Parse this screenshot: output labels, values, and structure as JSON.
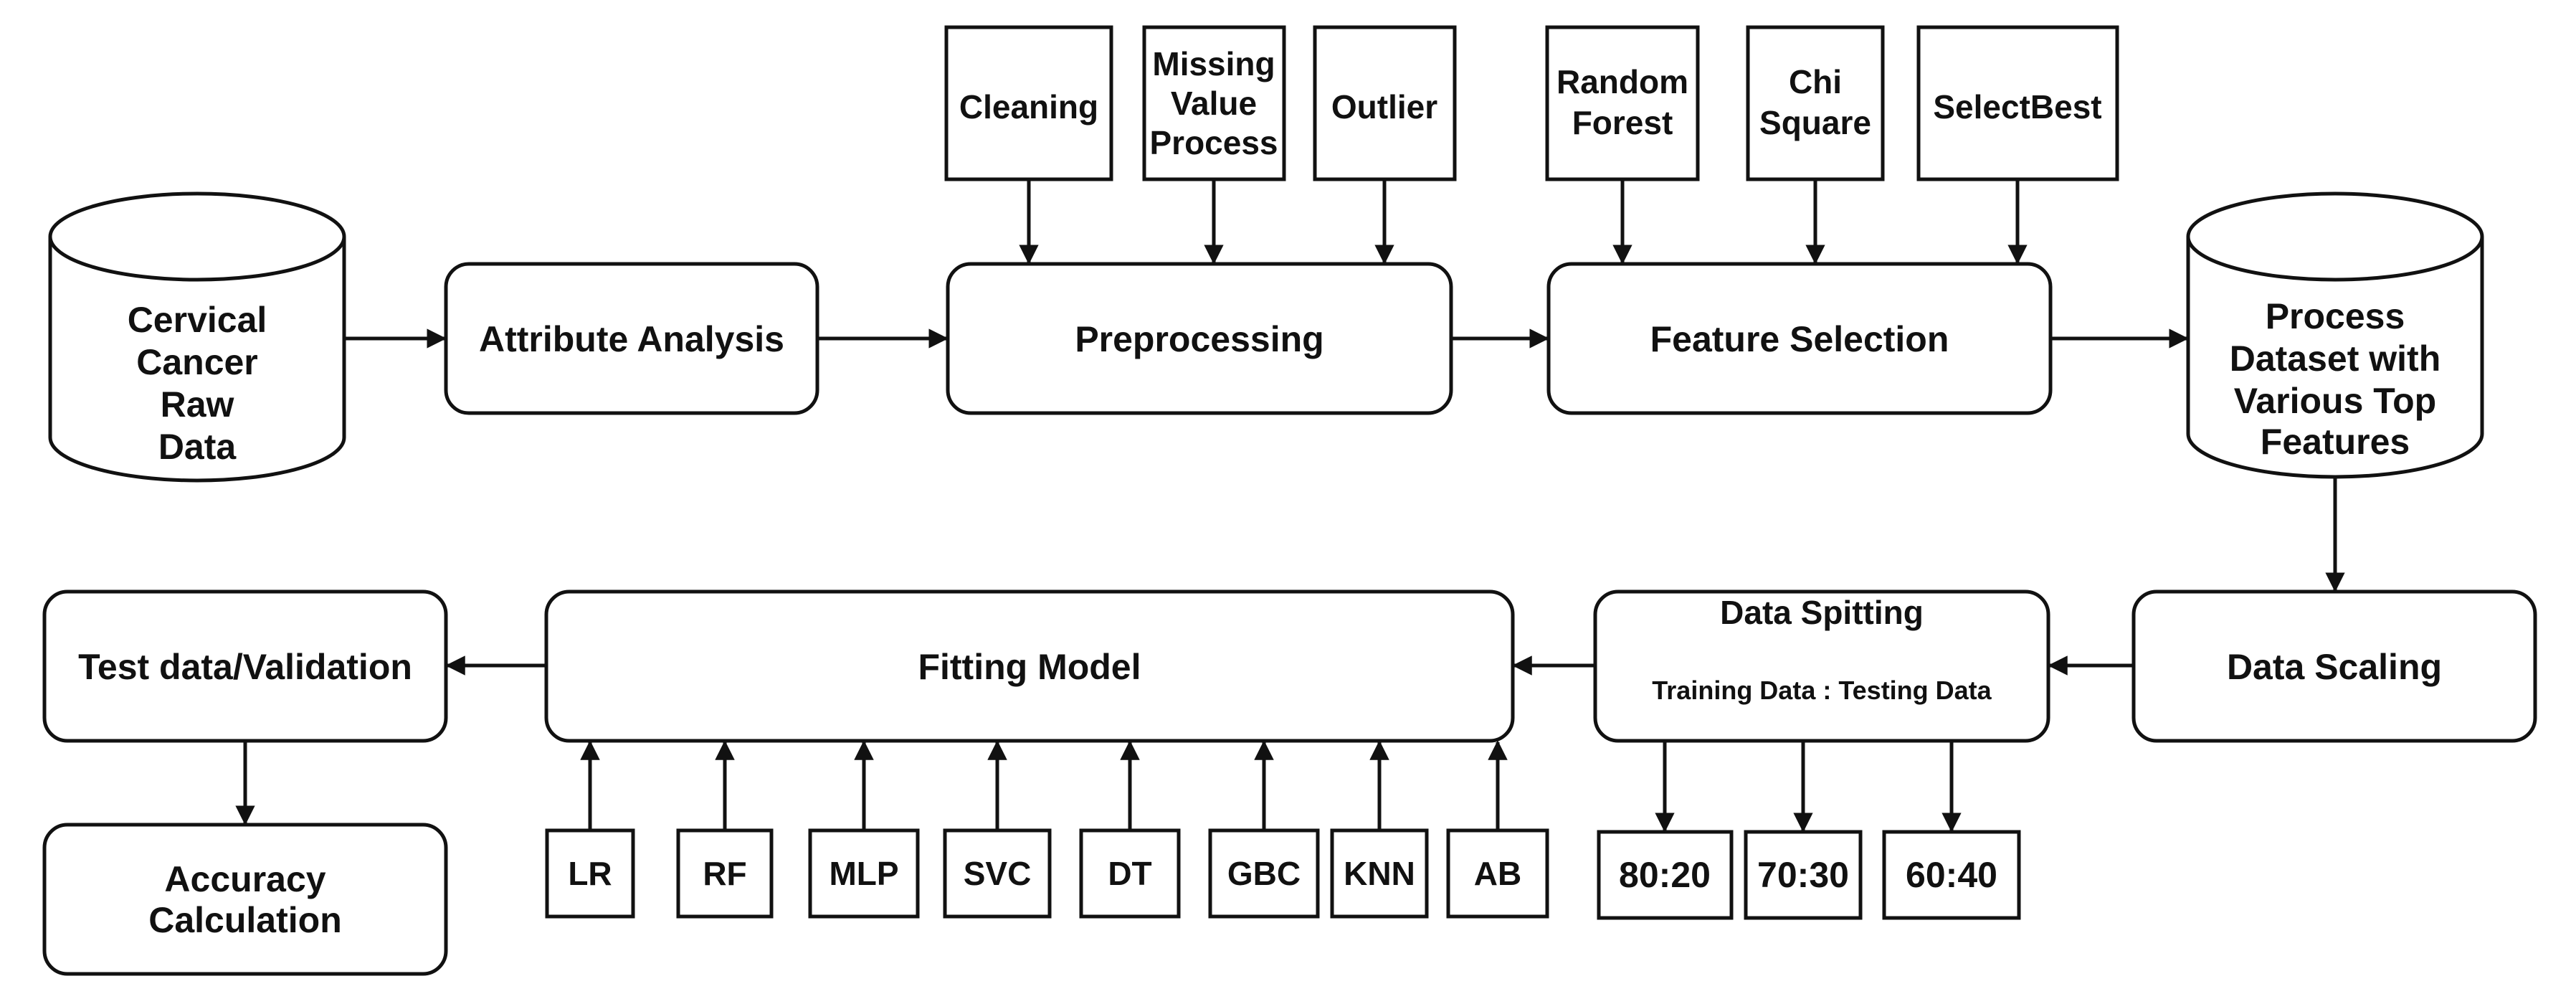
{
  "colors": {
    "line": "#111111",
    "fill": "#ffffff"
  },
  "nodes": {
    "raw_data": [
      "Cervical",
      "Cancer",
      "Raw",
      "Data"
    ],
    "attribute_analysis": "Attribute Analysis",
    "preprocessing": "Preprocessing",
    "feature_selection": "Feature Selection",
    "processed_dataset": [
      "Process",
      "Dataset with",
      "Various Top",
      "Features"
    ],
    "data_scaling": "Data Scaling",
    "data_splitting": {
      "title": "Data Spitting",
      "subtitle": "Training Data : Testing Data"
    },
    "fitting_model": "Fitting Model",
    "test_validation": "Test data/Validation",
    "accuracy": [
      "Accuracy",
      "Calculation"
    ]
  },
  "preprocessing_steps": [
    [
      "Cleaning"
    ],
    [
      "Missing",
      "Value",
      "Process"
    ],
    [
      "Outlier"
    ]
  ],
  "feature_methods": [
    [
      "Random",
      "Forest"
    ],
    [
      "Chi",
      "Square"
    ],
    [
      "SelectBest"
    ]
  ],
  "split_ratios": [
    "80:20",
    "70:30",
    "60:40"
  ],
  "models": [
    "LR",
    "RF",
    "MLP",
    "SVC",
    "DT",
    "GBC",
    "KNN",
    "AB"
  ]
}
